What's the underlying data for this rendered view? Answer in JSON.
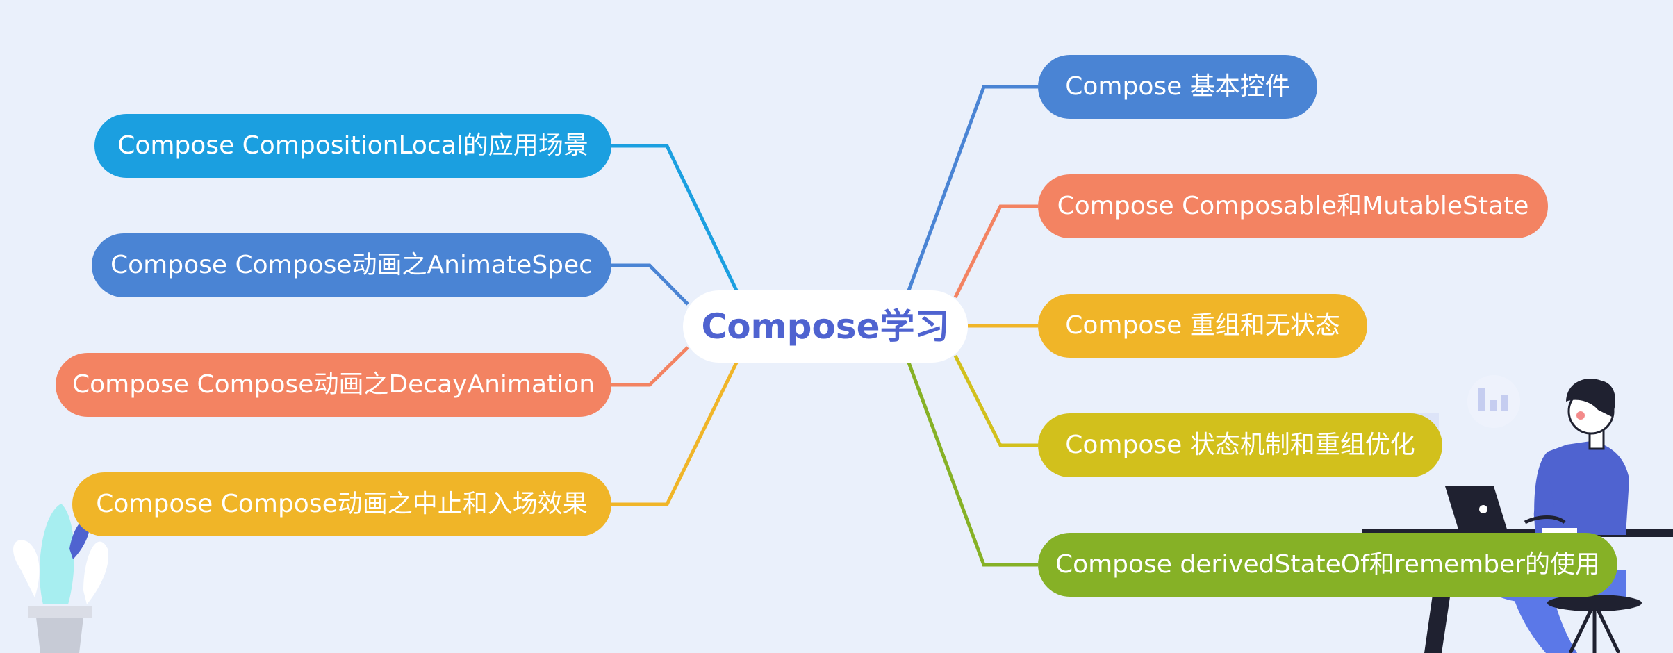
{
  "center": {
    "label": "Compose学习",
    "color": "#4f63d0"
  },
  "left_branches": [
    {
      "label": "Compose CompositionLocal的应用场景",
      "color": "#1b9fe0"
    },
    {
      "label": "Compose Compose动画之AnimateSpec",
      "color": "#4a84d4"
    },
    {
      "label": "Compose Compose动画之DecayAnimation",
      "color": "#f38362"
    },
    {
      "label": "Compose Compose动画之中止和入场效果",
      "color": "#f0b528"
    }
  ],
  "right_branches": [
    {
      "label": "Compose 基本控件",
      "color": "#4a84d4"
    },
    {
      "label": "Compose Composable和MutableState",
      "color": "#f38362"
    },
    {
      "label": "Compose 重组和无状态",
      "color": "#f0b528"
    },
    {
      "label": "Compose 状态机制和重组优化",
      "color": "#d2c01c"
    },
    {
      "label": "Compose derivedStateOf和remember的使用",
      "color": "#86b126"
    }
  ],
  "illustration": {
    "left": "potted-plant",
    "right": "person-at-laptop"
  }
}
